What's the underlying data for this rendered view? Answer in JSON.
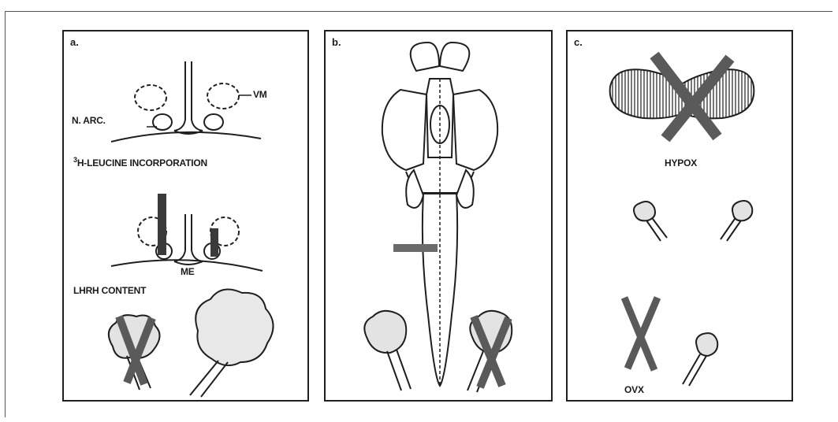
{
  "panels": {
    "a": {
      "label": "a.",
      "n_arc_label": "N. ARC.",
      "vm_label": "VM",
      "incorporation_label": "H-LEUCINE INCORPORATION",
      "incorporation_superscript": "3",
      "me_label": "ME",
      "lhrh_label": "LHRH CONTENT"
    },
    "b": {
      "label": "b."
    },
    "c": {
      "label": "c.",
      "hypox_label": "HYPOX",
      "ovx_label": "OVX"
    }
  },
  "colors": {
    "outline": "#1f1f1f",
    "cross_mark": "#5a5a5a",
    "lesion_bar": "#6a6a6a"
  }
}
